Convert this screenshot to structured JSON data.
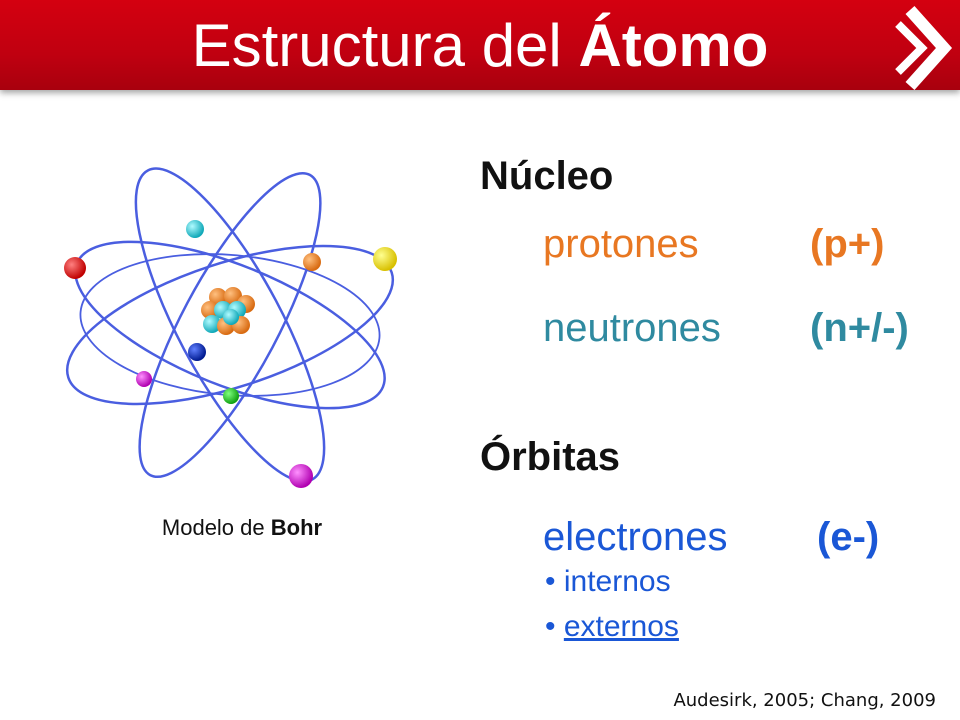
{
  "title": {
    "prefix": "Estructura del",
    "emphasis": "Átomo"
  },
  "diagram": {
    "caption_prefix": "Modelo de",
    "caption_emphasis": "Bohr"
  },
  "nucleus": {
    "heading": "Núcleo",
    "items": [
      {
        "term": "protones",
        "symbol": "(p+)",
        "color": "#e87722"
      },
      {
        "term": "neutrones",
        "symbol": "(n+/-)",
        "color": "#2f8aa0"
      }
    ]
  },
  "orbits": {
    "heading": "Órbitas",
    "items": [
      {
        "term": "electrones",
        "symbol": "(e-)",
        "color": "#1a57d6"
      }
    ],
    "bullets": [
      "internos",
      "externos"
    ]
  },
  "citation": "Audesirk, 2005; Chang, 2009",
  "colors": {
    "title_bar": "#c00010",
    "proton": "#e87722",
    "neutron": "#22c4d0",
    "orbit": "#4a5ee0"
  }
}
